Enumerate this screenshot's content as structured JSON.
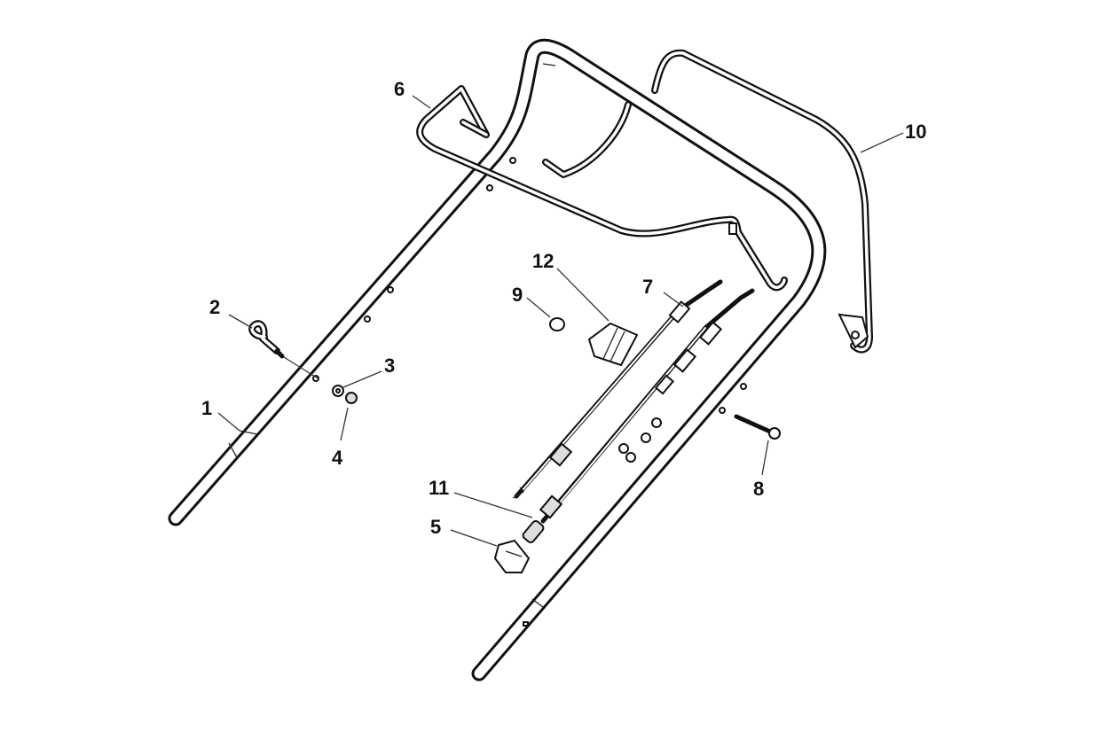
{
  "title": "Handle assembly exploded parts diagram",
  "callouts": [
    {
      "number": "1",
      "part": "lower-handle-tube"
    },
    {
      "number": "2",
      "part": "cable-hook-bolt"
    },
    {
      "number": "3",
      "part": "washer"
    },
    {
      "number": "4",
      "part": "nut"
    },
    {
      "number": "5",
      "part": "cable-clip"
    },
    {
      "number": "6",
      "part": "grass-bag-frame"
    },
    {
      "number": "7",
      "part": "control-cable"
    },
    {
      "number": "8",
      "part": "handle-bolt"
    },
    {
      "number": "9",
      "part": "spacer-bush"
    },
    {
      "number": "10",
      "part": "operator-presence-bail"
    },
    {
      "number": "11",
      "part": "cable-spring"
    },
    {
      "number": "12",
      "part": "cable-guide-bracket"
    }
  ]
}
